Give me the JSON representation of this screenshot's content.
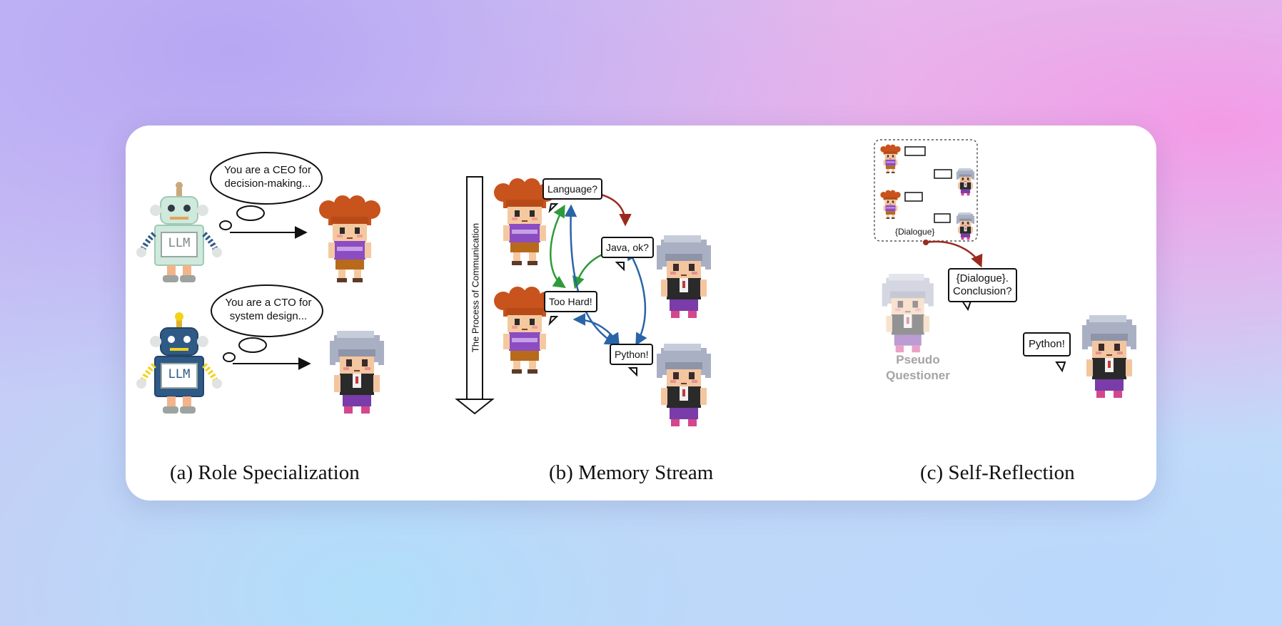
{
  "panels": {
    "a": {
      "caption": "(a) Role Specialization",
      "ceo_prompt_line1": "You are a CEO for",
      "ceo_prompt_line2": "decision-making...",
      "cto_prompt_line1": "You are a CTO for",
      "cto_prompt_line2": "system design...",
      "robot_label": "LLM"
    },
    "b": {
      "caption": "(b) Memory Stream",
      "axis_label": "The Process of Communication",
      "bubbles": [
        "Language?",
        "Java, ok?",
        "Too Hard!",
        "Python!"
      ]
    },
    "c": {
      "caption": "(c) Self-Reflection",
      "dialogue_label": "{Dialogue}",
      "question_line1": "{Dialogue}.",
      "question_line2": "Conclusion?",
      "answer": "Python!",
      "pseudo_line1": "Pseudo",
      "pseudo_line2": "Questioner"
    }
  },
  "colors": {
    "arrow_green": "#2e9b3a",
    "arrow_blue": "#2a64a8",
    "arrow_red": "#9b2a1e",
    "robot_mint": "#cfe9dd",
    "robot_blue": "#2f5a86",
    "robot_yellow": "#f3d21a",
    "hair_orange": "#c8531c",
    "shirt_purple": "#8c4cc2",
    "hair_grey": "#aab0c4"
  }
}
